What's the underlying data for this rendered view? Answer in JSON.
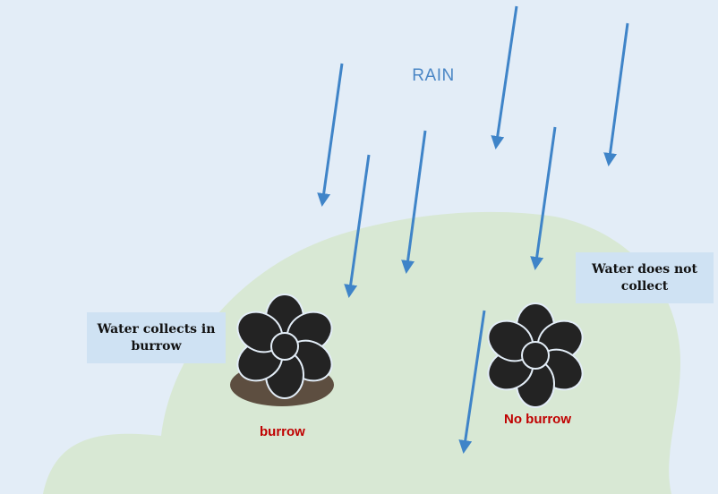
{
  "title": "RAIN",
  "notes": {
    "left": "Water collects in burrow",
    "right": "Water does not collect"
  },
  "labels": {
    "burrow": "burrow",
    "no_burrow": "No burrow"
  },
  "colors": {
    "background": "#e3edf7",
    "ground": "#d8e8d4",
    "rain_arrow": "#3f84c8",
    "burrow_soil": "#5d4e40",
    "flower": "#232323",
    "note_fill": "#cfe2f3",
    "label_red": "#c00000"
  },
  "icons": [
    "rain-arrow-icon",
    "flower-icon"
  ]
}
